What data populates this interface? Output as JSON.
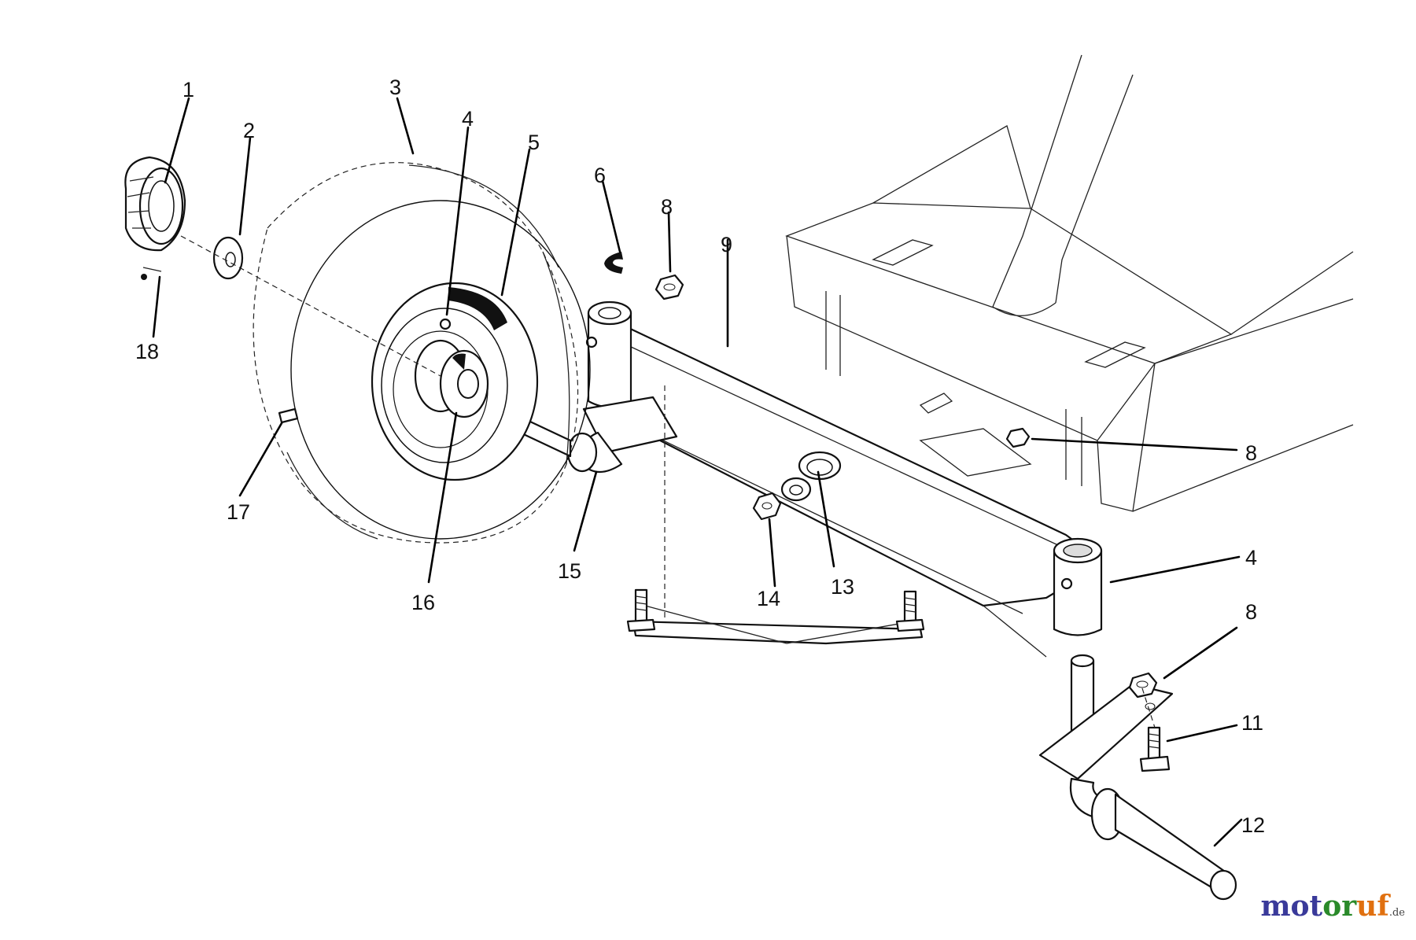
{
  "callouts": [
    {
      "label": "1"
    },
    {
      "label": "2"
    },
    {
      "label": "3"
    },
    {
      "label": "4"
    },
    {
      "label": "5"
    },
    {
      "label": "6"
    },
    {
      "label": "8"
    },
    {
      "label": "9"
    },
    {
      "label": "8"
    },
    {
      "label": "4"
    },
    {
      "label": "8"
    },
    {
      "label": "11"
    },
    {
      "label": "12"
    },
    {
      "label": "13"
    },
    {
      "label": "14"
    },
    {
      "label": "15"
    },
    {
      "label": "16"
    },
    {
      "label": "17"
    },
    {
      "label": "18"
    }
  ],
  "watermark": {
    "part1": "mot",
    "part2": "or",
    "part3": "uf",
    "part4": ".de"
  },
  "colors": {
    "ink": "#111111",
    "watermark_blue": "#3a3a9a",
    "watermark_green": "#2a8a2a",
    "watermark_orange": "#e07010"
  }
}
